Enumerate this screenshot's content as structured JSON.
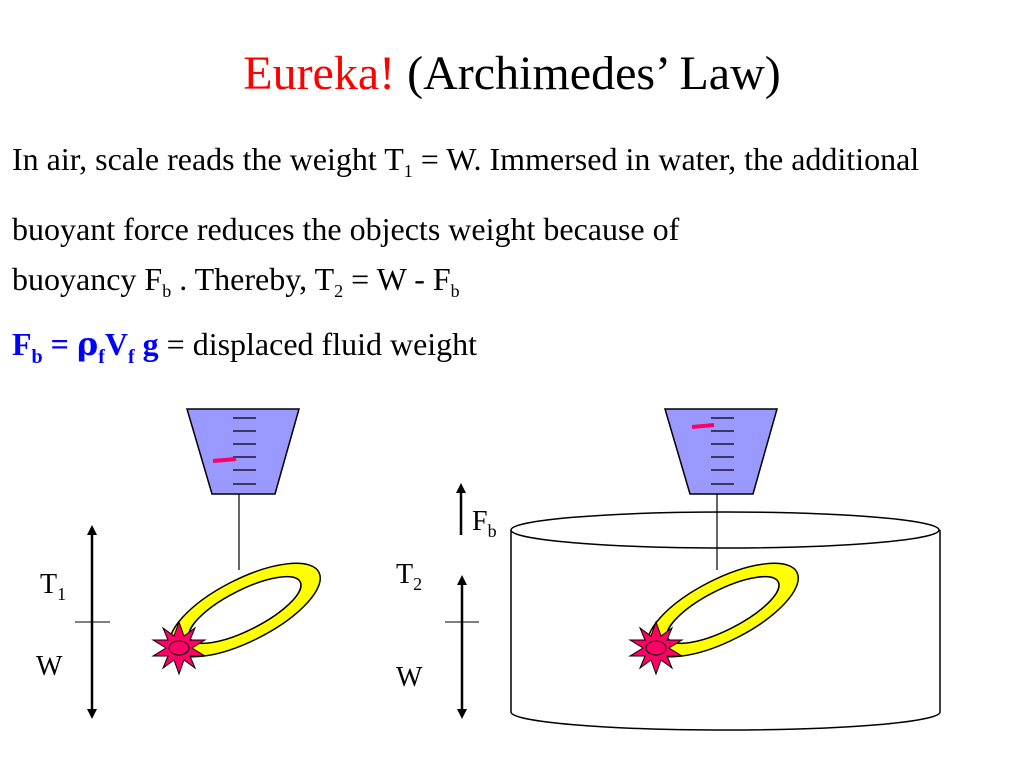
{
  "slide": {
    "title_accent": "Eureka!",
    "title_rest": " (Archimedes’ Law)"
  },
  "paragraphs": {
    "p1": {
      "a": "In air, scale reads the weight T",
      "a_sub": "1",
      "b": " = W.  Immersed in water, the additional buoyant force reduces the objects weight because of"
    },
    "p2": {
      "a": "buoyancy F",
      "a_sub": "b",
      "b": " . Thereby, T",
      "b_sub": "2",
      "c": " = W - F",
      "c_sub": "b"
    },
    "p3": {
      "F": "F",
      "F_sub": "b",
      "eq": " = ",
      "rho": "ρ",
      "rho_sub": "f",
      "V": "V",
      "V_sub": "f",
      "g": " g",
      "rest": " = displaced fluid weight"
    }
  },
  "diagram": {
    "left": {
      "t_label": "T",
      "t_sub": "1",
      "w_label": "W"
    },
    "right": {
      "f_label": "F",
      "f_sub": "b",
      "t_label": "T",
      "t_sub": "2",
      "w_label": "W"
    }
  },
  "colors": {
    "title_accent": "#ff0000",
    "formula": "#0000ff",
    "scale_fill": "#9999ff",
    "ring_fill": "#ffff00",
    "star_fill": "#ff0066",
    "pointer": "#ff0066"
  }
}
